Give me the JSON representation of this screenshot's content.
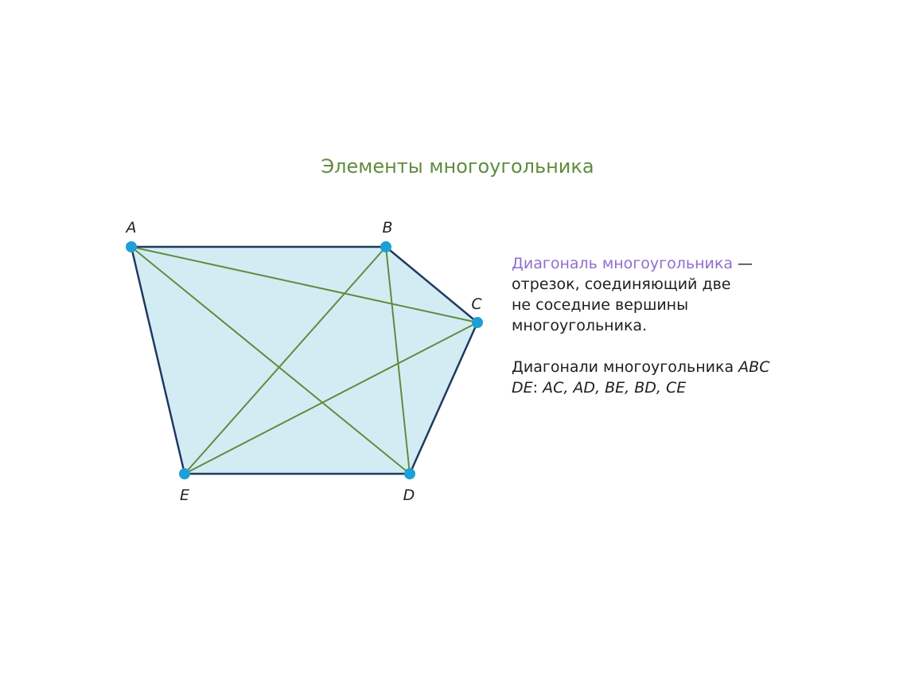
{
  "title": "Элементы многоугольника",
  "vertices": [
    {
      "id": "A",
      "label": "A"
    },
    {
      "id": "B",
      "label": "B"
    },
    {
      "id": "C",
      "label": "C"
    },
    {
      "id": "D",
      "label": "D"
    },
    {
      "id": "E",
      "label": "E"
    }
  ],
  "sides": [
    "AB",
    "BC",
    "CD",
    "DE",
    "EA"
  ],
  "diagonals": [
    "AC",
    "AD",
    "BE",
    "BD",
    "CE"
  ],
  "definition": {
    "term": "Диагональ многоугольника",
    "dash": " —",
    "line2": "отрезок, соединяющий две",
    "line3": "не соседние вершины",
    "line4": "многоугольника."
  },
  "diagonals_text": {
    "prefix": "Диагонали многоугольника ",
    "name_part1": "ABC",
    "name_part2": "DE",
    "colon": ": ",
    "list": "AC, AD, BE, BD, CE"
  },
  "colors": {
    "fill": "#d3ecf4",
    "side": "#1f3a60",
    "diagonal": "#5f8c3e",
    "vertex": "#1ea0d6",
    "title": "#5f8c3e",
    "term": "#8d6fcf"
  }
}
